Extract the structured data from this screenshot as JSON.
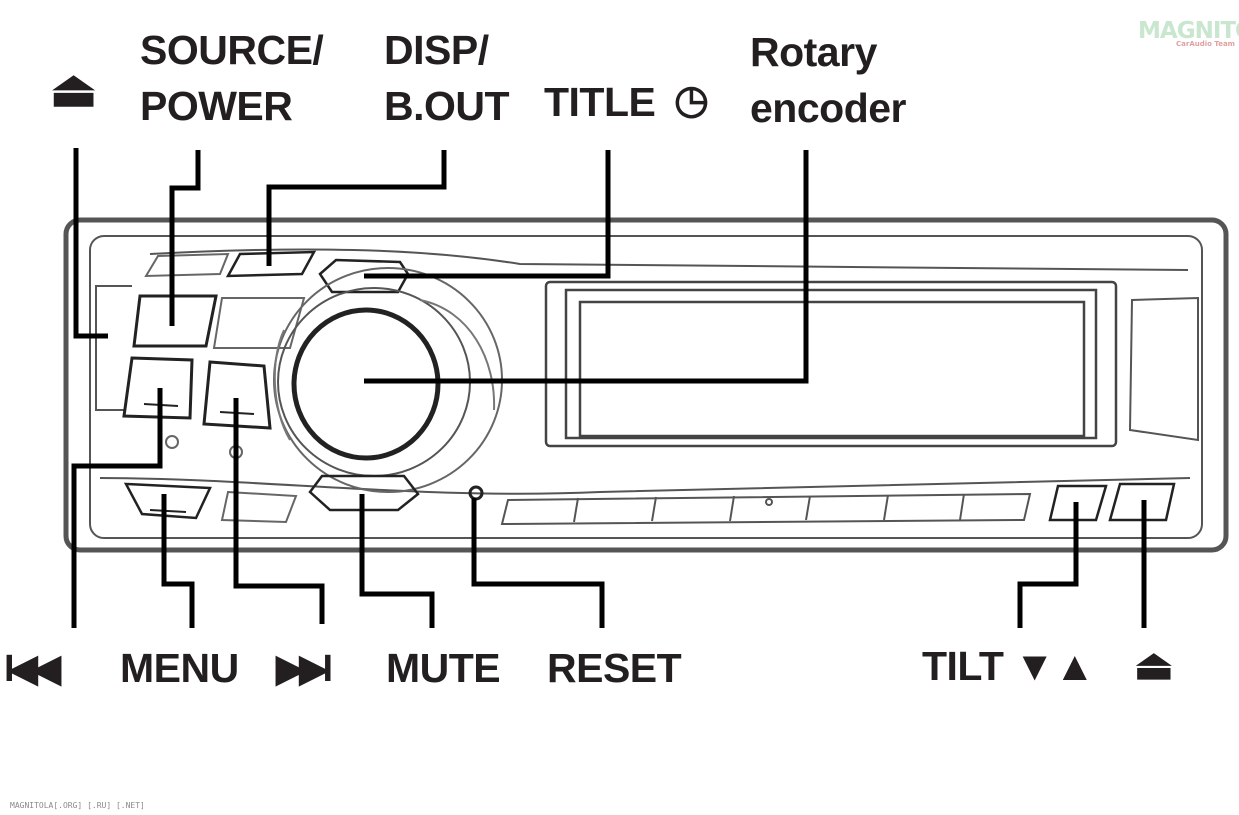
{
  "labels": {
    "release_eject_symbol": "⏏",
    "source_power_line1": "SOURCE/",
    "source_power_line2": "POWER",
    "disp_bout_line1": "DISP/",
    "disp_bout_line2": "B.OUT",
    "title": "TITLE",
    "clock_symbol": "◷",
    "rotary_line1": "Rotary",
    "rotary_line2": "encoder",
    "prev_symbol": "I◀◀",
    "menu": "MENU",
    "next_symbol": "▶▶I",
    "mute": "MUTE",
    "reset": "RESET",
    "tilt": "TILT ▼▲",
    "eject_symbol": "⏏"
  },
  "watermark": {
    "logo": "MAGNITOLA",
    "sub": "CarAudio Team",
    "footer": "MAGNITOLA[.ORG] [.RU] [.NET]"
  },
  "colors": {
    "ink": "#231f20",
    "line": "#555555",
    "watermark_green": "#c9e6cf"
  }
}
